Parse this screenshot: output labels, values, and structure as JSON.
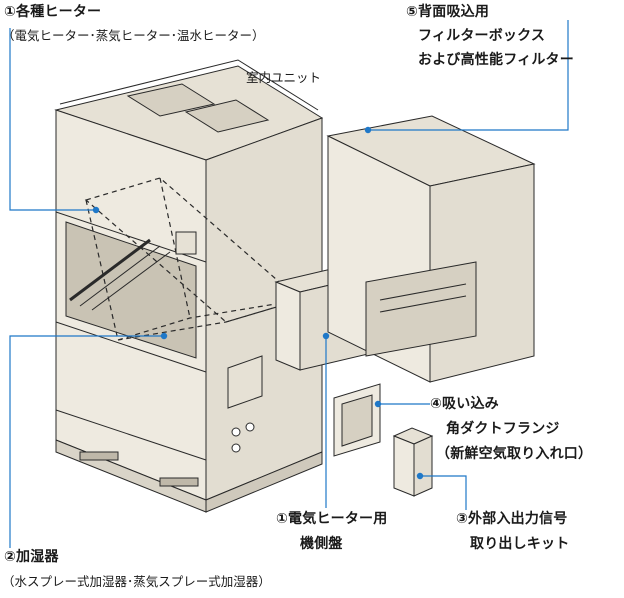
{
  "labels": {
    "heater_title": "①各種ヒーター",
    "heater_sub": "（電気ヒーター･蒸気ヒーター･温水ヒーター）",
    "indoor_unit": "室内ユニット",
    "filter_box_line1": "⑤背面吸込用",
    "filter_box_line2": "フィルターボックス",
    "filter_box_line3": "および高性能フィルター",
    "intake_line1": "④吸い込み",
    "intake_line2": "角ダクトフランジ",
    "intake_line3": "（新鮮空気取り入れ口）",
    "elec_panel_line1": "①電気ヒーター用",
    "elec_panel_line2": "機側盤",
    "io_kit_line1": "③外部入出力信号",
    "io_kit_line2": "取り出しキット",
    "humidifier_title": "②加湿器",
    "humidifier_sub": "（水スプレー式加湿器･蒸気スプレー式加湿器）"
  },
  "colors": {
    "panel": "#eeeae0",
    "panel_dark": "#d9d4c8",
    "line": "#2a2a2a",
    "leader": "#1f78c8"
  }
}
